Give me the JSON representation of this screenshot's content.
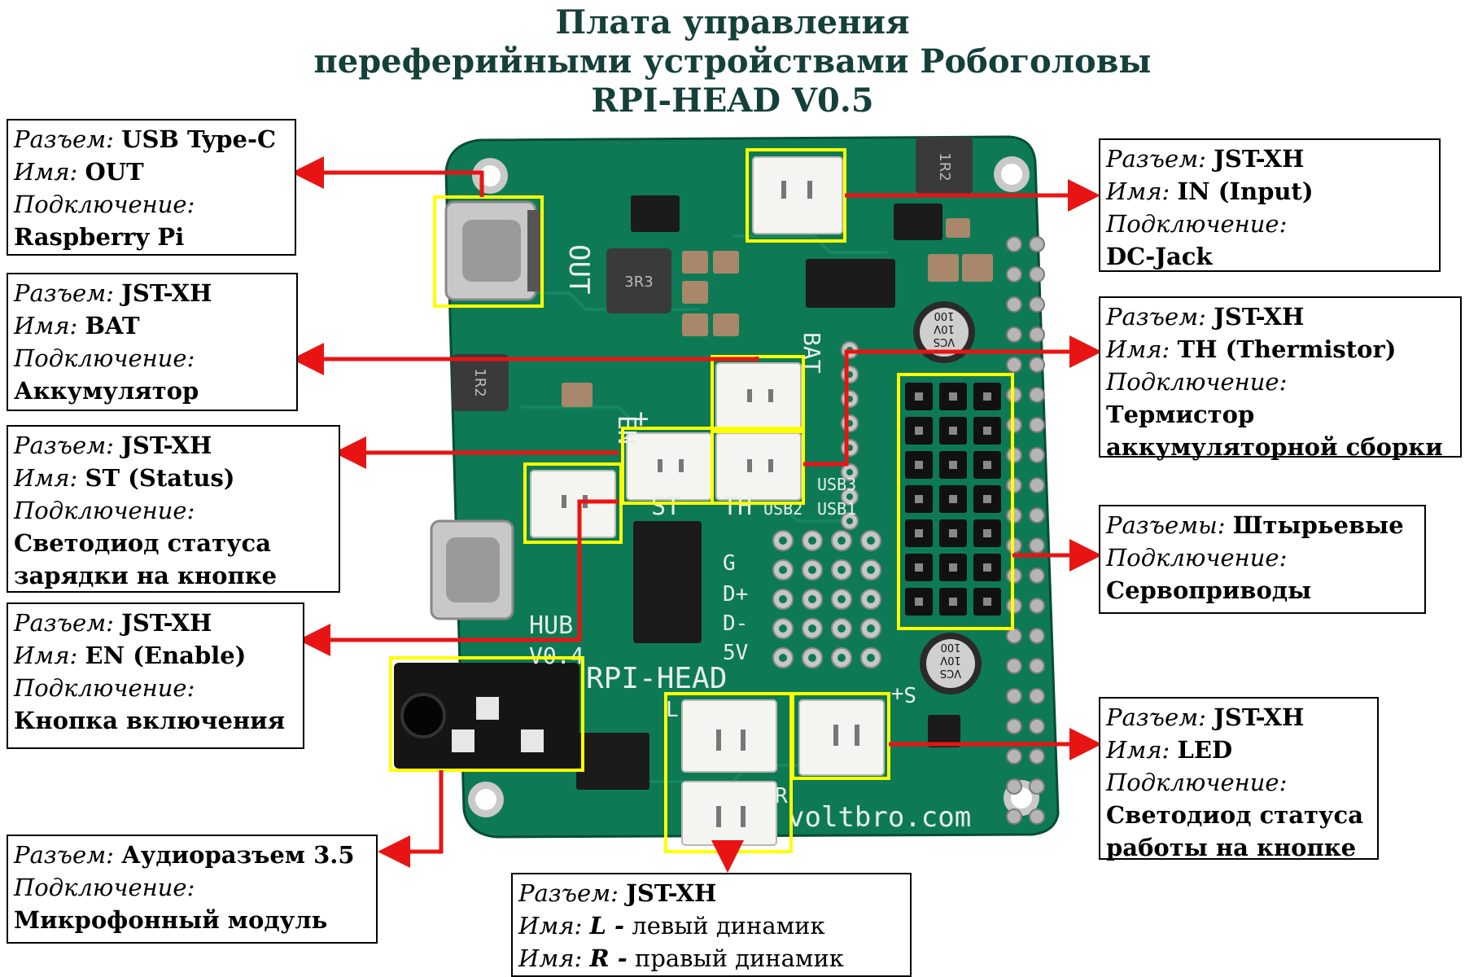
{
  "title": {
    "line1": "Плата управления",
    "line2": "переферийными устройствами Робоголовы",
    "line3": "RPI-HEAD V0.5"
  },
  "board_silk": {
    "out": "OUT",
    "bat": "BAT",
    "plus": "+",
    "en": "EN",
    "st": "ST",
    "th": "TH",
    "usb3": "USB3",
    "usb2": "USB2",
    "usb1": "USB1",
    "g": "G",
    "dplus": "D+",
    "dminus": "D-",
    "v5": "5V",
    "hub": "HUB",
    "hub_ver": "V0.4",
    "name": "RPI-HEAD",
    "web": "voltbro.com",
    "s_plus": "S+",
    "l": "L",
    "r": "R",
    "ind_3r3": "3R3",
    "ind_1r2a": "1R2",
    "ind_1r2b": "1R2",
    "cap1_a": "100",
    "cap1_b": "10V",
    "cap1_c": "VCS",
    "cap2_a": "100",
    "cap2_b": "10V",
    "cap2_c": "VCS"
  },
  "callouts": {
    "usb_out": {
      "l1_label": "Разъем:",
      "l1_value": "USB Type-C",
      "l2_label": "Имя:",
      "l2_value": "OUT",
      "l3_label": "Подключение:",
      "l4_value": "Raspberry Pi"
    },
    "bat": {
      "l1_label": "Разъем:",
      "l1_value": "JST-XH",
      "l2_label": "Имя:",
      "l2_value": "BAT",
      "l3_label": "Подключение:",
      "l4_value": "Аккумулятор"
    },
    "st": {
      "l1_label": "Разъем:",
      "l1_value": "JST-XH",
      "l2_label": "Имя:",
      "l2_value": "ST (Status)",
      "l3_label": "Подключение:",
      "l4_value": "Светодиод статуса",
      "l5_value": "зарядки на кнопке"
    },
    "en": {
      "l1_label": "Разъем:",
      "l1_value": "JST-XH",
      "l2_label": "Имя:",
      "l2_value": "EN (Enable)",
      "l3_label": "Подключение:",
      "l4_value": "Кнопка включения"
    },
    "audio": {
      "l1_label": "Разъем:",
      "l1_value": "Аудиоразъем 3.5",
      "l2_label": "Подключение:",
      "l3_value": "Микрофонный модуль"
    },
    "speakers": {
      "l1_label": "Разъем:",
      "l1_value": "JST-XH",
      "l2_label": "Имя:",
      "l2_value_bold": "L -",
      "l2_value": "левый динамик",
      "l3_label": "Имя:",
      "l3_value_bold": "R -",
      "l3_value": "правый динамик"
    },
    "in": {
      "l1_label": "Разъем:",
      "l1_value": "JST-XH",
      "l2_label": "Имя:",
      "l2_value": "IN (Input)",
      "l3_label": "Подключение:",
      "l4_value": "DC-Jack"
    },
    "th": {
      "l1_label": "Разъем:",
      "l1_value": "JST-XH",
      "l2_label": "Имя:",
      "l2_value": "TH (Thermistor)",
      "l3_label": "Подключение:",
      "l4_value": "Термистор",
      "l5_value": "аккумуляторной сборки"
    },
    "servo": {
      "l1_label": "Разъемы:",
      "l1_value": "Штырьевые",
      "l2_label": "Подключение:",
      "l3_value": "Сервоприводы"
    },
    "led": {
      "l1_label": "Разъем:",
      "l1_value": "JST-XH",
      "l2_label": "Имя:",
      "l2_value": "LED",
      "l3_label": "Подключение:",
      "l4_value": "Светодиод статуса",
      "l5_value": "работы на кнопке"
    }
  },
  "colors": {
    "title": "#15403a",
    "pcb": "#0e7a55",
    "pcb_dark": "#0a5a3e",
    "silk": "#e6efe9",
    "highlight": "#ffff00",
    "arrow": "#e81414",
    "connector": "#f4f4f0"
  }
}
